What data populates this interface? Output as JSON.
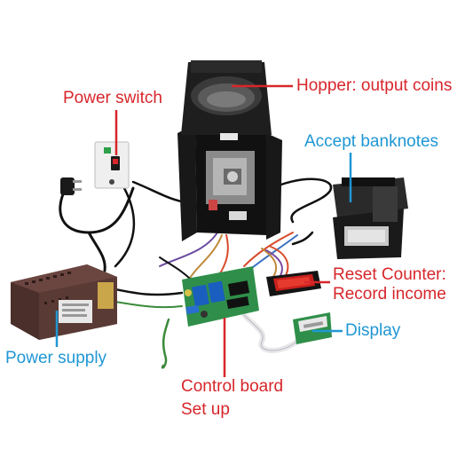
{
  "labels": {
    "power_switch": "Power switch",
    "hopper": "Hopper: output coins",
    "accept_banknotes": "Accept banknotes",
    "reset_counter_line1": "Reset Counter:",
    "reset_counter_line2": "Record income",
    "display": "Display",
    "power_supply": "Power supply",
    "control_board_line1": "Control board",
    "control_board_line2": "Set up"
  },
  "colors": {
    "red_label": "#d7262b",
    "blue_label": "#1f97d4",
    "pcb_green": "#2f8f4a",
    "device_black": "#1b1b1b",
    "psu_brown": "#5a3a34"
  }
}
